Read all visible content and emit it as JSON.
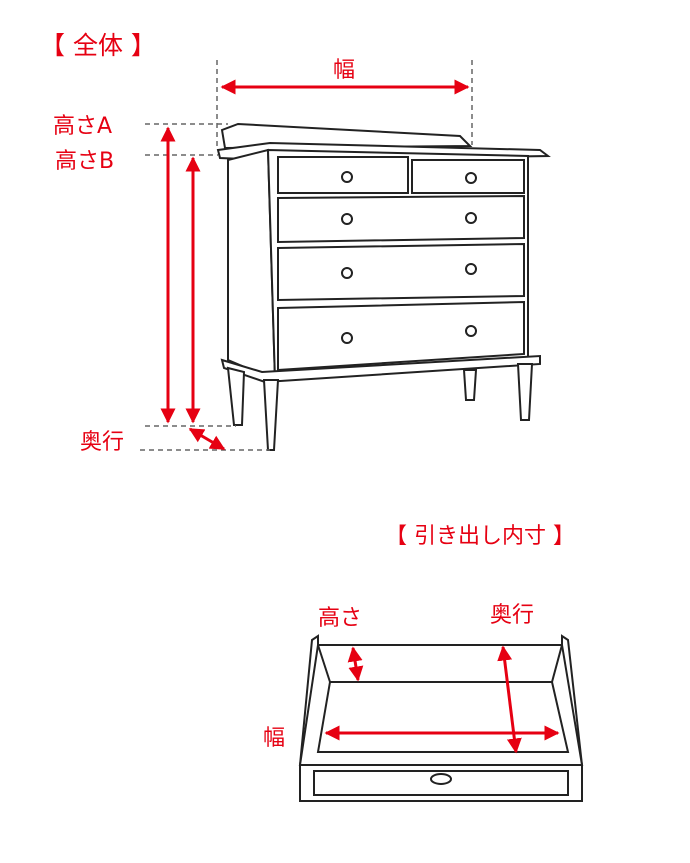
{
  "overall": {
    "title": "【 全体 】",
    "width_label": "幅",
    "height_a_label": "高さA",
    "height_b_label": "高さB",
    "depth_label": "奥行"
  },
  "drawer": {
    "title": "【 引き出し内寸 】",
    "height_label": "高さ",
    "depth_label": "奥行",
    "width_label": "幅"
  },
  "colors": {
    "accent": "#e60012",
    "line": "#222222",
    "dash": "#666666"
  }
}
